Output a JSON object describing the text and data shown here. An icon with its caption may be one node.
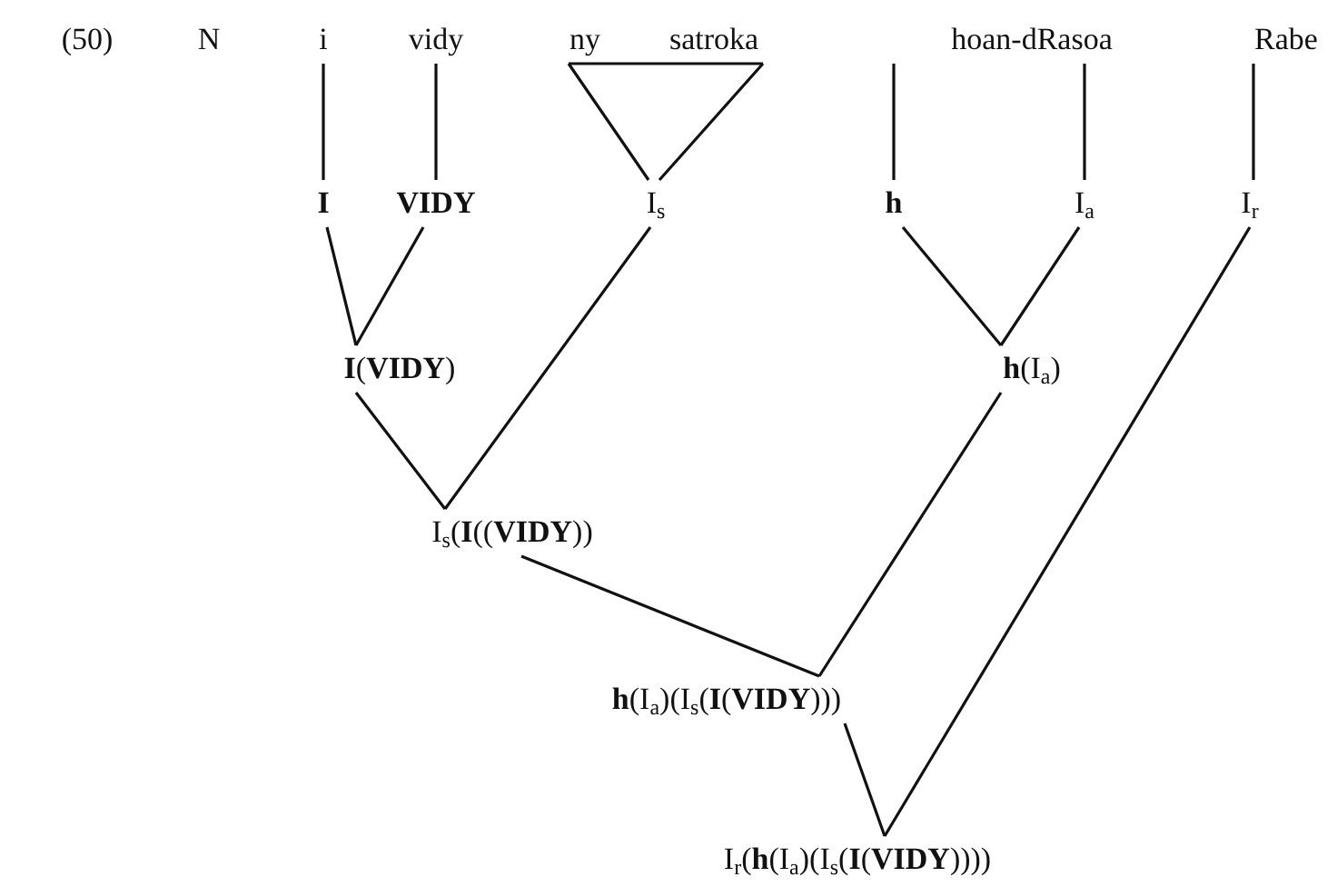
{
  "diagram": {
    "nodes": [
      {
        "text": [
          "i"
        ]
      },
      {
        "text": [
          "vidy"
        ]
      },
      {
        "text": [
          "ny"
        ]
      },
      {
        "text": [
          "satroka"
        ]
      },
      {
        "text": [
          "hoan-dRasoa"
        ]
      },
      {
        "text": [
          "Rabe"
        ]
      },
      {
        "text": [
          "I"
        ]
      },
      {
        "text": [
          "VIDY"
        ]
      },
      {
        "text": [
          "I$_{s}$"
        ]
      },
      {
        "text": [
          "h"
        ]
      },
      {
        "text": [
          "I$_{a}$"
        ]
      },
      {
        "text": [
          "I$_{r}$"
        ]
      },
      {
        "text": [
          "**I**(**VIDY**)"
        ]
      },
      {
        "text": [
          "**h**(I$_{a}$)"
        ]
      },
      {
        "text": [
          "I$_{s}$(**I**((**VIDY**))"
        ]
      },
      {
        "text": [
          "**h**(I$_{a}$)(I$_{s}$(**I**(**VIDY**)))"
        ]
      },
      {
        "text": [
          "I$_{r}$(**h**(I$_{a}$)(I$_{s}$(**I**(**VIDY**))))"
        ]
      }
    ],
    "edges": [
      {
        "from": 0,
        "to": 6,
        "arrow": "none"
      },
      {
        "from": 1,
        "to": 7,
        "arrow": "none"
      },
      {
        "from": 2,
        "to": 3,
        "arrow": "none"
      },
      {
        "from": 2,
        "to": 8,
        "arrow": "none"
      },
      {
        "from": 3,
        "to": 8,
        "arrow": "none"
      },
      {
        "from": 4,
        "to": 9,
        "arrow": "none"
      },
      {
        "from": 4,
        "to": 10,
        "arrow": "none"
      },
      {
        "from": 5,
        "to": 11,
        "arrow": "none"
      },
      {
        "from": 6,
        "to": 12,
        "arrow": "none"
      },
      {
        "from": 7,
        "to": 12,
        "arrow": "none"
      },
      {
        "from": 9,
        "to": 13,
        "arrow": "none"
      },
      {
        "from": 10,
        "to": 13,
        "arrow": "none"
      },
      {
        "from": 12,
        "to": 14,
        "arrow": "none"
      },
      {
        "from": 8,
        "to": 14,
        "arrow": "none"
      },
      {
        "from": 14,
        "to": 15,
        "arrow": "none"
      },
      {
        "from": 13,
        "to": 15,
        "arrow": "none"
      },
      {
        "from": 15,
        "to": 16,
        "arrow": "none"
      },
      {
        "from": 11,
        "to": 16,
        "arrow": "none"
      }
    ],
    "labels": [
      "(50)",
      "N"
    ]
  }
}
